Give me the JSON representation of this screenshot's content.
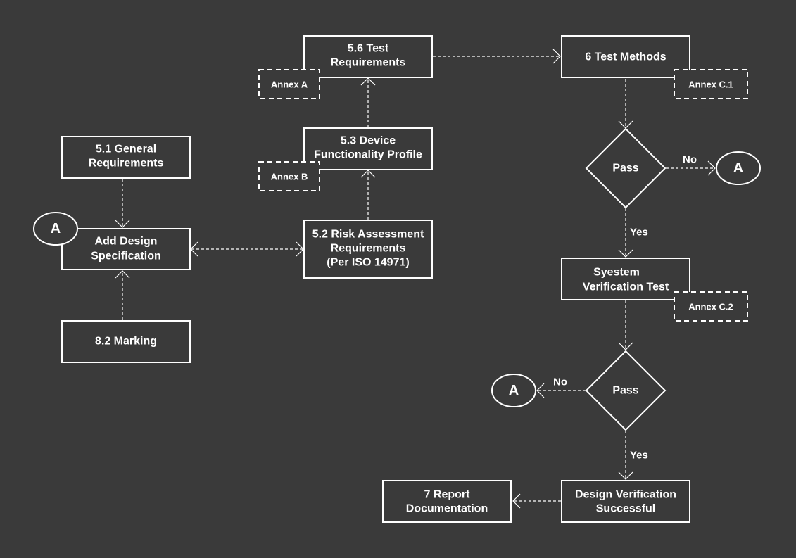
{
  "diagram": {
    "colors": {
      "background": "#3a3a3a",
      "stroke": "#ffffff",
      "text": "#ffffff"
    },
    "nodes": {
      "general_req": {
        "lines": [
          "5.1 General",
          "Requirements"
        ]
      },
      "add_design": {
        "lines": [
          "Add Design",
          "Specification"
        ]
      },
      "marking": {
        "lines": [
          "8.2 Marking"
        ]
      },
      "risk": {
        "lines": [
          "5.2 Risk Assessment",
          "Requirements",
          "(Per ISO 14971)"
        ]
      },
      "device_profile": {
        "lines": [
          "5.3 Device",
          "Functionality Profile"
        ]
      },
      "test_req": {
        "lines": [
          "5.6 Test",
          "Requirements"
        ]
      },
      "test_methods": {
        "lines": [
          "6 Test Methods"
        ]
      },
      "pass1": {
        "lines": [
          "Pass"
        ]
      },
      "system_test": {
        "lines": [
          "Syestem",
          "Verification Test"
        ]
      },
      "pass2": {
        "lines": [
          "Pass"
        ]
      },
      "dv_success": {
        "lines": [
          "Design Verification",
          "Successful"
        ]
      },
      "report": {
        "lines": [
          "7 Report",
          "Documentation"
        ]
      }
    },
    "annexes": {
      "annex_a": "Annex A",
      "annex_b": "Annex B",
      "annex_c1": "Annex C.1",
      "annex_c2": "Annex C.2"
    },
    "connectors": {
      "conn_left": "A",
      "conn_pass1": "A",
      "conn_pass2": "A"
    },
    "edge_labels": {
      "pass1_no": "No",
      "pass1_yes": "Yes",
      "pass2_no": "No",
      "pass2_yes": "Yes"
    },
    "edges": [
      {
        "from": "general_req",
        "to": "add_design"
      },
      {
        "from": "marking",
        "to": "add_design"
      },
      {
        "from": "add_design",
        "to": "risk",
        "bidirectional": true
      },
      {
        "from": "risk",
        "to": "device_profile"
      },
      {
        "from": "device_profile",
        "to": "test_req"
      },
      {
        "from": "test_req",
        "to": "test_methods"
      },
      {
        "from": "test_methods",
        "to": "pass1"
      },
      {
        "from": "pass1",
        "to": "conn_pass1",
        "label": "No"
      },
      {
        "from": "pass1",
        "to": "system_test",
        "label": "Yes"
      },
      {
        "from": "system_test",
        "to": "pass2"
      },
      {
        "from": "pass2",
        "to": "conn_pass2",
        "label": "No"
      },
      {
        "from": "pass2",
        "to": "dv_success",
        "label": "Yes"
      },
      {
        "from": "dv_success",
        "to": "report"
      }
    ]
  }
}
